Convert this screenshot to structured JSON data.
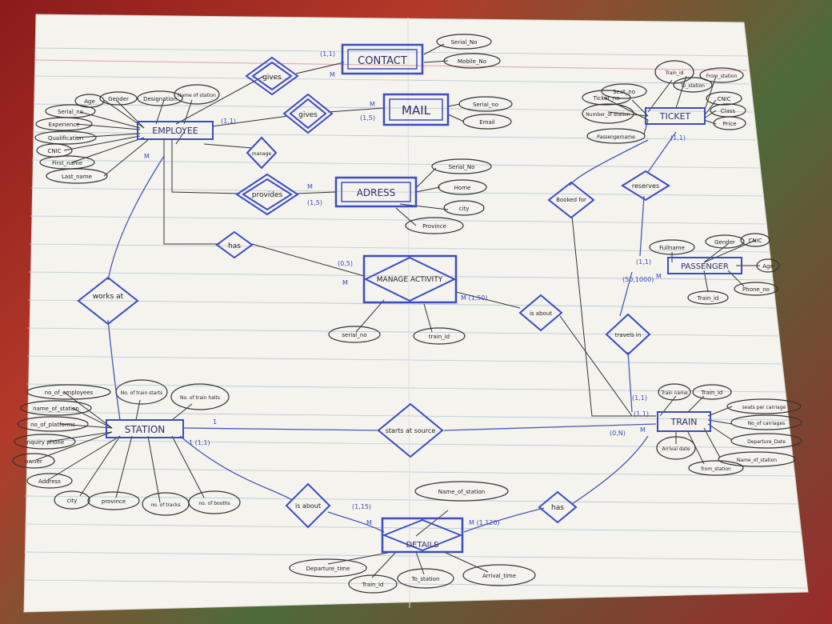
{
  "entities": {
    "contact": "CONTACT",
    "mail": "MAIL",
    "employee": "EMPLOYEE",
    "adress": "ADRESS",
    "ticket": "TICKET",
    "passenger": "PASSENGER",
    "manage": "MANAGE ACTIVITY",
    "station": "STATION",
    "train": "TRAIN",
    "details": "DETAILS"
  },
  "relationships": {
    "gives1": "gives",
    "gives2": "gives",
    "manage_rel": "manage",
    "provides": "provides",
    "has1": "has",
    "works_at": "works at",
    "booked_for": "Booked for",
    "reserves": "reserves",
    "is_about1": "is about",
    "travels_in": "travels in",
    "starts_at": "starts at source",
    "is_about2": "is about",
    "has2": "has"
  },
  "attributes": {
    "contact_serial": "Serial_No",
    "contact_mobile": "Mobile_No",
    "mail_serial": "Serial_no",
    "mail_email": "Email",
    "emp_gender": "Gender",
    "emp_age": "Age",
    "emp_designation": "Designation",
    "emp_name_of_station": "Name of station",
    "emp_serial": "Serial_no",
    "emp_experience": "Experience",
    "emp_qualification": "Qualification",
    "emp_cnic": "CNIC",
    "emp_first": "First_name",
    "emp_last": "Last_name",
    "adr_serial": "Serial_No",
    "adr_home": "Home",
    "adr_city": "city",
    "adr_province": "Province",
    "t_train_id": "Train_id",
    "t_seat": "Seat_no",
    "t_ticket": "Ticket_no",
    "t_to": "To_station",
    "t_from": "From_station",
    "t_stations": "Number_of station",
    "t_cnic": "CNIC",
    "t_class": "Class",
    "t_price": "Price",
    "t_passengers": "Passengername",
    "p_fullname": "Fullname",
    "p_gender": "Gender",
    "p_cnic": "CNIC",
    "p_age": "Age",
    "p_phone": "Phone_no",
    "p_train": "Train_id",
    "m_serial": "serial_no",
    "m_train": "train_id",
    "s_employees": "no_of_employees",
    "s_name": "name_of_station",
    "s_platforms": "no_of_platforms",
    "s_inquiry": "inquiry phone",
    "s_owner": "owner",
    "s_address": "Address",
    "s_trains_starts": "No. of train starts",
    "s_trains_halts": "No. of train halts",
    "s_city": "city",
    "s_province": "province",
    "s_tracks": "no. of tracks",
    "s_booths": "no. of booths",
    "tr_name": "Train name",
    "tr_id": "Train_id",
    "tr_seats": "seats per carriage",
    "tr_carriages": "No_of carriages",
    "tr_departure": "Departure_Date",
    "tr_arrival": "Arrival date",
    "tr_from": "from_station",
    "tr_name_station": "Name_of_station",
    "d_name_station": "Name_of_station",
    "d_departure": "Departure_time",
    "d_train": "Train_id",
    "d_to": "To_station",
    "d_arrival": "Arrival_time"
  },
  "cardinalities": {
    "c1": "(1,1)",
    "c2": "M",
    "c3": "M",
    "c4": "(1,5)",
    "c5": "(1,1)",
    "c6": "M",
    "c7": "(1,5)",
    "c8": "(0,5)",
    "c9": "M",
    "c10": "M (1,50)",
    "c11": "(1,1)",
    "c12": "(50,1000)",
    "c13": "M",
    "c14": "(1,1)",
    "c15": "(0,N)",
    "c16": "M",
    "c17": "1 (1,1)",
    "c18": "(1,15)",
    "c19": "M",
    "c20": "M (1,120)",
    "c21": "1",
    "c22": "(1,1)",
    "c23": "(1,1)",
    "c24": "M"
  }
}
